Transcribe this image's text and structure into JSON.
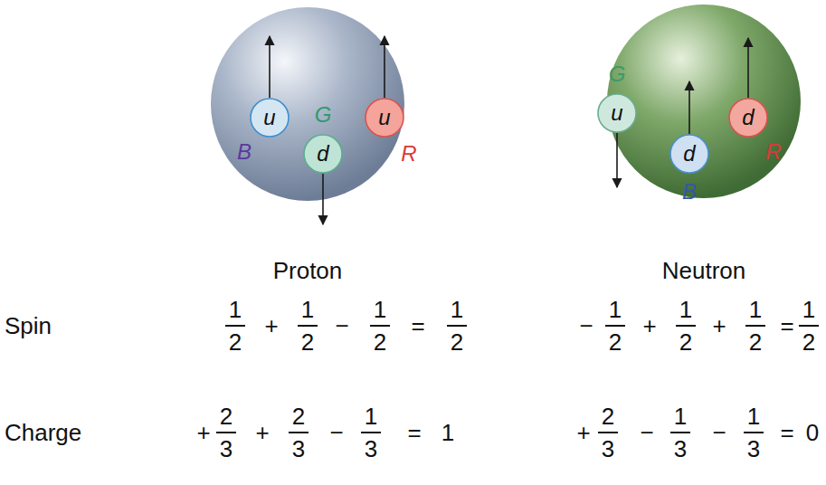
{
  "diagram": {
    "nodes": [
      {
        "text": [
          "Proton"
        ]
      },
      {
        "text": [
          "u",
          "B"
        ],
        "in": 0
      },
      {
        "text": [
          "G",
          "d"
        ],
        "in": 0
      },
      {
        "text": [
          "u",
          "R"
        ],
        "in": 0
      },
      {
        "text": [
          "Neutron"
        ]
      },
      {
        "text": [
          "G",
          "u"
        ],
        "in": 4
      },
      {
        "text": [
          "d",
          "B"
        ],
        "in": 4
      },
      {
        "text": [
          "d",
          "R"
        ],
        "in": 4
      }
    ],
    "labels": [
      "Spin",
      "1",
      "2",
      "+",
      "1",
      "2",
      "−",
      "1",
      "2",
      "=",
      "1",
      "2",
      "−",
      "1",
      "2",
      "+",
      "1",
      "2",
      "+",
      "1",
      "2",
      "=",
      "1",
      "2",
      "Charge",
      "+",
      "2",
      "3",
      "+",
      "2",
      "3",
      "−",
      "1",
      "3",
      "=",
      "1",
      "+",
      "2",
      "3",
      "−",
      "1",
      "3",
      "−",
      "1",
      "3",
      "=",
      "0"
    ]
  }
}
